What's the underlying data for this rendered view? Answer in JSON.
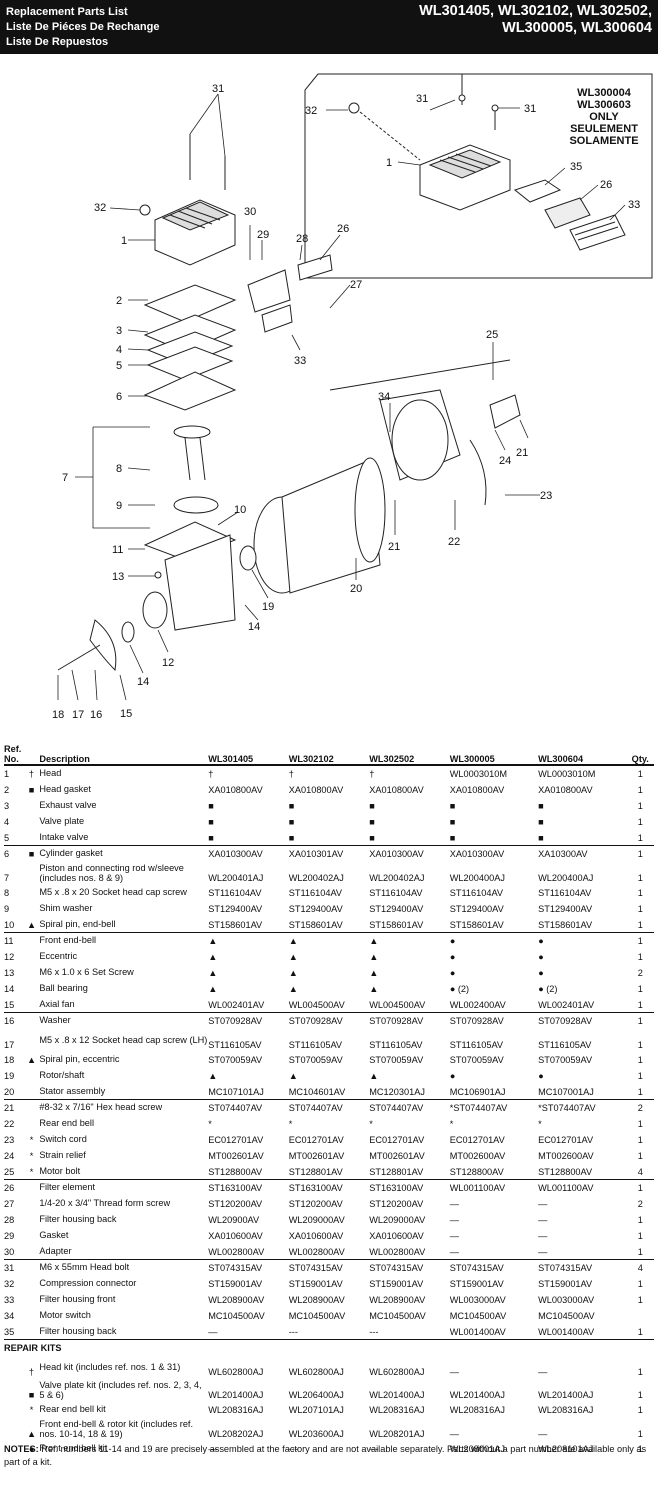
{
  "header": {
    "title_lines": [
      "Replacement Parts List",
      "Liste De Piéces De Rechange",
      "Liste De Repuestos"
    ],
    "models_line1": "WL301405, WL302102, WL302502,",
    "models_line2": "WL300005, WL300604"
  },
  "diagram": {
    "inset_label": [
      "WL300004",
      "WL300603",
      "ONLY",
      "SEULEMENT",
      "SOLAMENTE"
    ],
    "callouts": [
      "1",
      "2",
      "3",
      "4",
      "5",
      "6",
      "7",
      "8",
      "9",
      "10",
      "11",
      "12",
      "13",
      "14",
      "15",
      "16",
      "17",
      "18",
      "19",
      "20",
      "21",
      "22",
      "23",
      "24",
      "25",
      "26",
      "27",
      "28",
      "29",
      "30",
      "31",
      "32",
      "33",
      "34",
      "35"
    ]
  },
  "table": {
    "headers": {
      "ref": "Ref. No.",
      "ref1": "Ref.",
      "ref2": "No.",
      "desc": "Description",
      "m1": "WL301405",
      "m2": "WL302102",
      "m3": "WL302502",
      "m4": "WL300005",
      "m5": "WL300604",
      "qty": "Qty."
    },
    "rows": [
      {
        "ref": "1",
        "sym": "†",
        "desc": "Head",
        "m1": "†",
        "m2": "†",
        "m3": "†",
        "m4": "WL0003010M",
        "m5": "WL0003010M",
        "qty": "1"
      },
      {
        "ref": "2",
        "sym": "■",
        "desc": "Head gasket",
        "m1": "XA010800AV",
        "m2": "XA010800AV",
        "m3": "XA010800AV",
        "m4": "XA010800AV",
        "m5": "XA010800AV",
        "qty": "1"
      },
      {
        "ref": "3",
        "sym": "",
        "desc": "Exhaust valve",
        "m1": "■",
        "m2": "■",
        "m3": "■",
        "m4": "■",
        "m5": "■",
        "qty": "1"
      },
      {
        "ref": "4",
        "sym": "",
        "desc": "Valve plate",
        "m1": "■",
        "m2": "■",
        "m3": "■",
        "m4": "■",
        "m5": "■",
        "qty": "1"
      },
      {
        "ref": "5",
        "sym": "",
        "desc": "Intake valve",
        "m1": "■",
        "m2": "■",
        "m3": "■",
        "m4": "■",
        "m5": "■",
        "qty": "1",
        "sep": true
      },
      {
        "ref": "6",
        "sym": "■",
        "desc": "Cylinder gasket",
        "m1": "XA010300AV",
        "m2": "XA010301AV",
        "m3": "XA010300AV",
        "m4": "XA010300AV",
        "m5": "XA10300AV",
        "qty": "1"
      },
      {
        "ref": "7",
        "sym": "",
        "desc": "Piston and connecting rod w/sleeve (includes nos. 8 & 9)",
        "m1": "WL200401AJ",
        "m2": "WL200402AJ",
        "m3": "WL200402AJ",
        "m4": "WL200400AJ",
        "m5": "WL200400AJ",
        "qty": "1"
      },
      {
        "ref": "8",
        "sym": "",
        "desc": "M5 x .8 x 20 Socket head cap screw",
        "m1": "ST116104AV",
        "m2": "ST116104AV",
        "m3": "ST116104AV",
        "m4": "ST116104AV",
        "m5": "ST116104AV",
        "qty": "1"
      },
      {
        "ref": "9",
        "sym": "",
        "desc": "Shim washer",
        "m1": "ST129400AV",
        "m2": "ST129400AV",
        "m3": "ST129400AV",
        "m4": "ST129400AV",
        "m5": "ST129400AV",
        "qty": "1"
      },
      {
        "ref": "10",
        "sym": "▲",
        "desc": "Spiral pin, end-bell",
        "m1": "ST158601AV",
        "m2": "ST158601AV",
        "m3": "ST158601AV",
        "m4": "ST158601AV",
        "m5": "ST158601AV",
        "qty": "1",
        "sep": true
      },
      {
        "ref": "11",
        "sym": "",
        "desc": "Front end-bell",
        "m1": "▲",
        "m2": "▲",
        "m3": "▲",
        "m4": "●",
        "m5": "●",
        "qty": "1"
      },
      {
        "ref": "12",
        "sym": "",
        "desc": "Eccentric",
        "m1": "▲",
        "m2": "▲",
        "m3": "▲",
        "m4": "●",
        "m5": "●",
        "qty": "1"
      },
      {
        "ref": "13",
        "sym": "",
        "desc": "M6 x 1.0 x 6 Set Screw",
        "m1": "▲",
        "m2": "▲",
        "m3": "▲",
        "m4": "●",
        "m5": "●",
        "qty": "2"
      },
      {
        "ref": "14",
        "sym": "",
        "desc": "Ball bearing",
        "m1": "▲",
        "m2": "▲",
        "m3": "▲",
        "m4": "● (2)",
        "m5": "● (2)",
        "qty": "1"
      },
      {
        "ref": "15",
        "sym": "",
        "desc": "Axial fan",
        "m1": "WL002401AV",
        "m2": "WL004500AV",
        "m3": "WL004500AV",
        "m4": "WL002400AV",
        "m5": "WL002401AV",
        "qty": "1",
        "sep": true
      },
      {
        "ref": "16",
        "sym": "",
        "desc": "Washer",
        "m1": "ST070928AV",
        "m2": "ST070928AV",
        "m3": "ST070928AV",
        "m4": "ST070928AV",
        "m5": "ST070928AV",
        "qty": "1"
      },
      {
        "ref": "17",
        "sym": "",
        "desc": "M5 x .8 x 12 Socket head cap screw (LH)",
        "m1": "ST116105AV",
        "m2": "ST116105AV",
        "m3": "ST116105AV",
        "m4": "ST116105AV",
        "m5": "ST116105AV",
        "qty": "1"
      },
      {
        "ref": "18",
        "sym": "▲",
        "desc": "Spiral pin, eccentric",
        "m1": "ST070059AV",
        "m2": "ST070059AV",
        "m3": "ST070059AV",
        "m4": "ST070059AV",
        "m5": "ST070059AV",
        "qty": "1"
      },
      {
        "ref": "19",
        "sym": "",
        "desc": "Rotor/shaft",
        "m1": "▲",
        "m2": "▲",
        "m3": "▲",
        "m4": "●",
        "m5": "●",
        "qty": "1"
      },
      {
        "ref": "20",
        "sym": "",
        "desc": "Stator assembly",
        "m1": "MC107101AJ",
        "m2": "MC104601AV",
        "m3": "MC120301AJ",
        "m4": "MC106901AJ",
        "m5": "MC107001AJ",
        "qty": "1",
        "sep": true
      },
      {
        "ref": "21",
        "sym": "",
        "desc": "#8-32 x 7/16\" Hex head screw",
        "m1": "ST074407AV",
        "m2": "ST074407AV",
        "m3": "ST074407AV",
        "m4": "*ST074407AV",
        "m5": "*ST074407AV",
        "qty": "2"
      },
      {
        "ref": "22",
        "sym": "",
        "desc": "Rear end bell",
        "m1": "*",
        "m2": "*",
        "m3": "*",
        "m4": "*",
        "m5": "*",
        "qty": "1"
      },
      {
        "ref": "23",
        "sym": "*",
        "desc": "Switch cord",
        "m1": "EC012701AV",
        "m2": "EC012701AV",
        "m3": "EC012701AV",
        "m4": "EC012701AV",
        "m5": "EC012701AV",
        "qty": "1"
      },
      {
        "ref": "24",
        "sym": "*",
        "desc": "Strain relief",
        "m1": "MT002601AV",
        "m2": "MT002601AV",
        "m3": "MT002601AV",
        "m4": "MT002600AV",
        "m5": "MT002600AV",
        "qty": "1"
      },
      {
        "ref": "25",
        "sym": "*",
        "desc": "Motor bolt",
        "m1": "ST128800AV",
        "m2": "ST128801AV",
        "m3": "ST128801AV",
        "m4": "ST128800AV",
        "m5": "ST128800AV",
        "qty": "4",
        "sep": true
      },
      {
        "ref": "26",
        "sym": "",
        "desc": "Filter element",
        "m1": "ST163100AV",
        "m2": "ST163100AV",
        "m3": "ST163100AV",
        "m4": "WL001100AV",
        "m5": "WL001100AV",
        "qty": "1"
      },
      {
        "ref": "27",
        "sym": "",
        "desc": "1/4-20 x 3/4\" Thread form screw",
        "m1": "ST120200AV",
        "m2": "ST120200AV",
        "m3": "ST120200AV",
        "m4": "—",
        "m5": "—",
        "qty": "2"
      },
      {
        "ref": "28",
        "sym": "",
        "desc": "Filter housing back",
        "m1": "WL20900AV",
        "m2": "WL209000AV",
        "m3": "WL209000AV",
        "m4": "—",
        "m5": "—",
        "qty": "1"
      },
      {
        "ref": "29",
        "sym": "",
        "desc": "Gasket",
        "m1": "XA010600AV",
        "m2": "XA010600AV",
        "m3": "XA010600AV",
        "m4": "—",
        "m5": "—",
        "qty": "1"
      },
      {
        "ref": "30",
        "sym": "",
        "desc": "Adapter",
        "m1": "WL002800AV",
        "m2": "WL002800AV",
        "m3": "WL002800AV",
        "m4": "—",
        "m5": "—",
        "qty": "1",
        "sep": true
      },
      {
        "ref": "31",
        "sym": "",
        "desc": "M6 x 55mm Head bolt",
        "m1": "ST074315AV",
        "m2": "ST074315AV",
        "m3": "ST074315AV",
        "m4": "ST074315AV",
        "m5": "ST074315AV",
        "qty": "4"
      },
      {
        "ref": "32",
        "sym": "",
        "desc": "Compression connector",
        "m1": "ST159001AV",
        "m2": "ST159001AV",
        "m3": "ST159001AV",
        "m4": "ST159001AV",
        "m5": "ST159001AV",
        "qty": "1"
      },
      {
        "ref": "33",
        "sym": "",
        "desc": "Filter housing front",
        "m1": "WL208900AV",
        "m2": "WL208900AV",
        "m3": "WL208900AV",
        "m4": "WL003000AV",
        "m5": "WL003000AV",
        "qty": "1"
      },
      {
        "ref": "34",
        "sym": "",
        "desc": "Motor switch",
        "m1": "MC104500AV",
        "m2": "MC104500AV",
        "m3": "MC104500AV",
        "m4": "MC104500AV",
        "m5": "MC104500AV",
        "qty": ""
      },
      {
        "ref": "35",
        "sym": "",
        "desc": "Filter housing back",
        "m1": "—",
        "m2": "---",
        "m3": "---",
        "m4": "WL001400AV",
        "m5": "WL001400AV",
        "qty": "1",
        "sep": true
      }
    ],
    "repair_title": "REPAIR KITS",
    "kits": [
      {
        "sym": "†",
        "desc": "Head kit (includes ref. nos. 1 & 31)",
        "m1": "WL602800AJ",
        "m2": "WL602800AJ",
        "m3": "WL602800AJ",
        "m4": "—",
        "m5": "—",
        "qty": "1"
      },
      {
        "sym": "■",
        "desc": "Valve plate kit (includes ref. nos. 2, 3, 4, 5 & 6)",
        "m1": "WL201400AJ",
        "m2": "WL206400AJ",
        "m3": "WL201400AJ",
        "m4": "WL201400AJ",
        "m5": "WL201400AJ",
        "qty": "1"
      },
      {
        "sym": "*",
        "desc": "Rear end bell kit",
        "m1": "WL208316AJ",
        "m2": "WL207101AJ",
        "m3": "WL208316AJ",
        "m4": "WL208316AJ",
        "m5": "WL208316AJ",
        "qty": "1"
      },
      {
        "sym": "▲",
        "desc": "Front end-bell & rotor kit (includes ref. nos. 10-14, 18 & 19)",
        "m1": "WL208202AJ",
        "m2": "WL203600AJ",
        "m3": "WL208201AJ",
        "m4": "—",
        "m5": "—",
        "qty": "1"
      },
      {
        "sym": "●",
        "desc": "Front end bell kit",
        "m1": "—",
        "m2": "---",
        "m3": "---",
        "m4": "WL208001AJ",
        "m5": "WL208101AJ",
        "qty": "1"
      }
    ]
  },
  "notes": {
    "label": "NOTES:",
    "text": "Ref. numbers 11-14 and 19 are precisely assembled at the factory and are not available separately. Parts without a part number are available only as part of a kit."
  }
}
